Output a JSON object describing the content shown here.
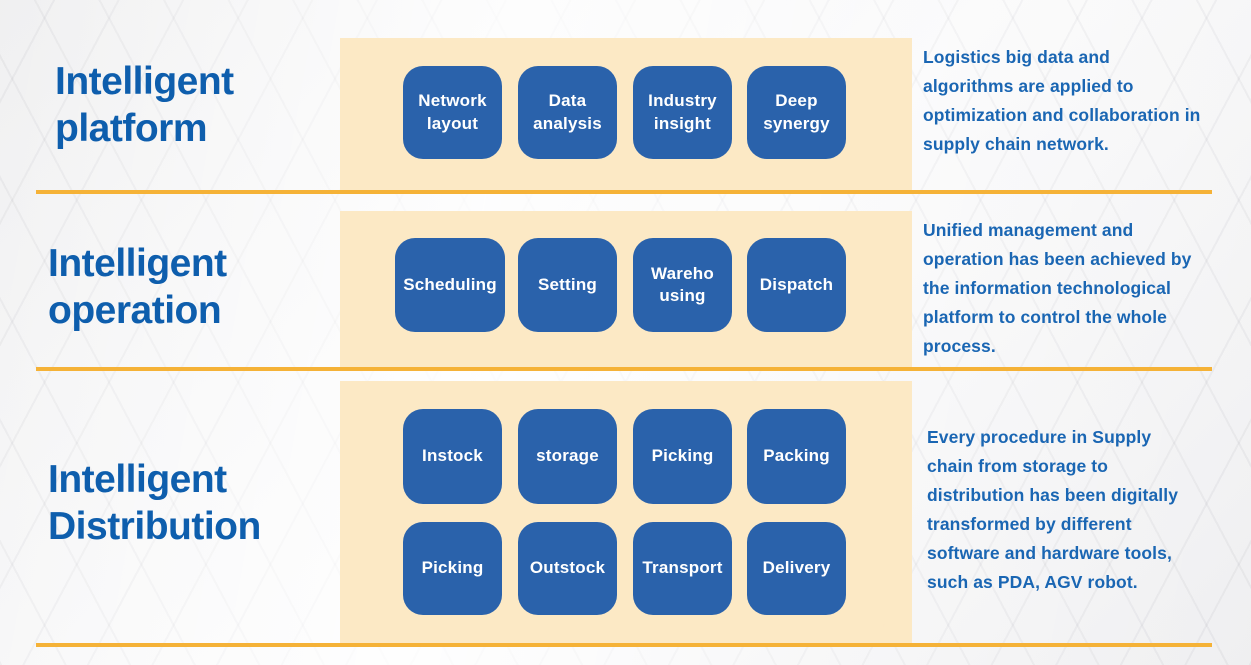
{
  "colors": {
    "box_blue": "#2a62ab",
    "panel_cream": "#fce8c3",
    "divider_gold": "#f5b237",
    "title_blue": "#0e5ead",
    "text_blue": "#1a66b3",
    "box_label_white": "#ffffff"
  },
  "rows": [
    {
      "title": "Intelligent\nplatform",
      "boxes": [
        "Network\nlayout",
        "Data\nanalysis",
        "Industry\ninsight",
        "Deep\nsynergy"
      ],
      "description": "Logistics big data and\nalgorithms are applied to\noptimization and collaboration in\nsupply chain network."
    },
    {
      "title": "Intelligent\noperation",
      "boxes": [
        "Scheduling",
        "Setting",
        "Wareho\nusing",
        "Dispatch"
      ],
      "description": "Unified management and\noperation has been achieved by\nthe information technological\nplatform to control the whole\nprocess."
    },
    {
      "title": "Intelligent\nDistribution",
      "boxes": [
        "Instock",
        "storage",
        "Picking",
        "Packing",
        "Picking",
        "Outstock",
        "Transport",
        "Delivery"
      ],
      "description": "Every procedure in Supply\nchain from storage to\ndistribution has been digitally\ntransformed by different\nsoftware and hardware tools,\nsuch as PDA, AGV robot."
    }
  ]
}
